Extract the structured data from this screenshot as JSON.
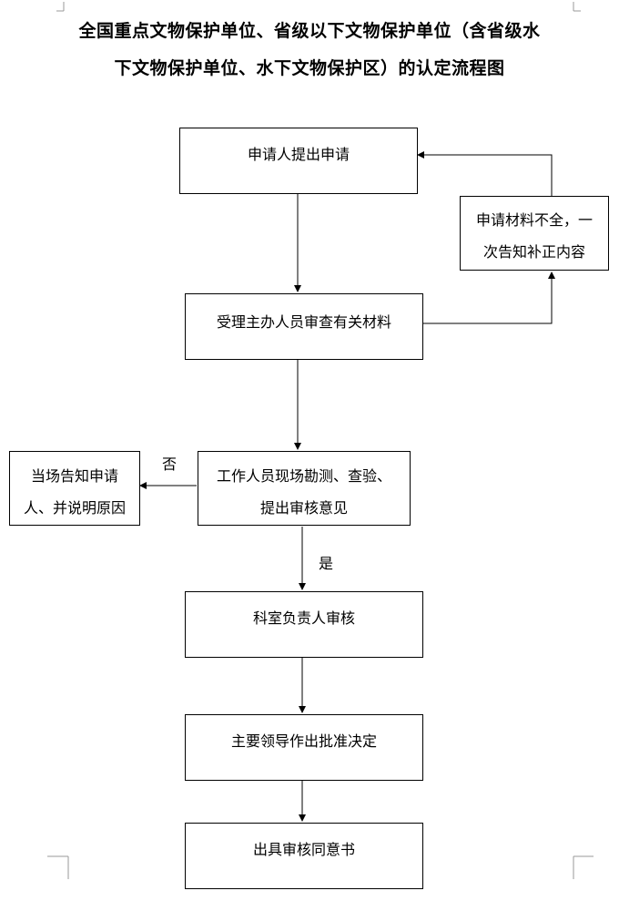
{
  "title": {
    "line1": "全国重点文物保护单位、省级以下文物保护单位（含省级水",
    "line2": "下文物保护单位、水下文物保护区）的认定流程图"
  },
  "nodes": {
    "apply": "申请人提出申请",
    "incomplete_l1": "申请材料不全，一",
    "incomplete_l2": "次告知补正内容",
    "review": "受理主办人员审查有关材料",
    "survey_l1": "工作人员现场勘测、查验、",
    "survey_l2": "提出审核意见",
    "reject_l1": "当场告知申请",
    "reject_l2": "人、并说明原因",
    "section_head": "科室负责人审核",
    "leader": "主要领导作出批准决定",
    "certificate": "出具审核同意书"
  },
  "edge_labels": {
    "no": "否",
    "yes": "是"
  }
}
